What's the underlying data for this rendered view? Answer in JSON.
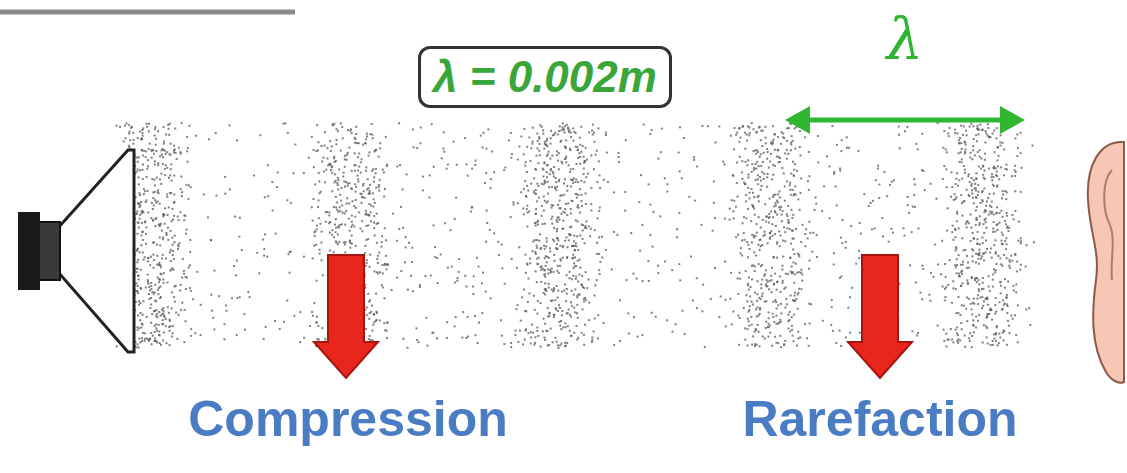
{
  "diagram": {
    "nodes": [
      {
        "text": [
          "λ = 0.002m"
        ]
      }
    ],
    "labels": [
      "λ",
      "Compression",
      "Rarefaction"
    ]
  }
}
